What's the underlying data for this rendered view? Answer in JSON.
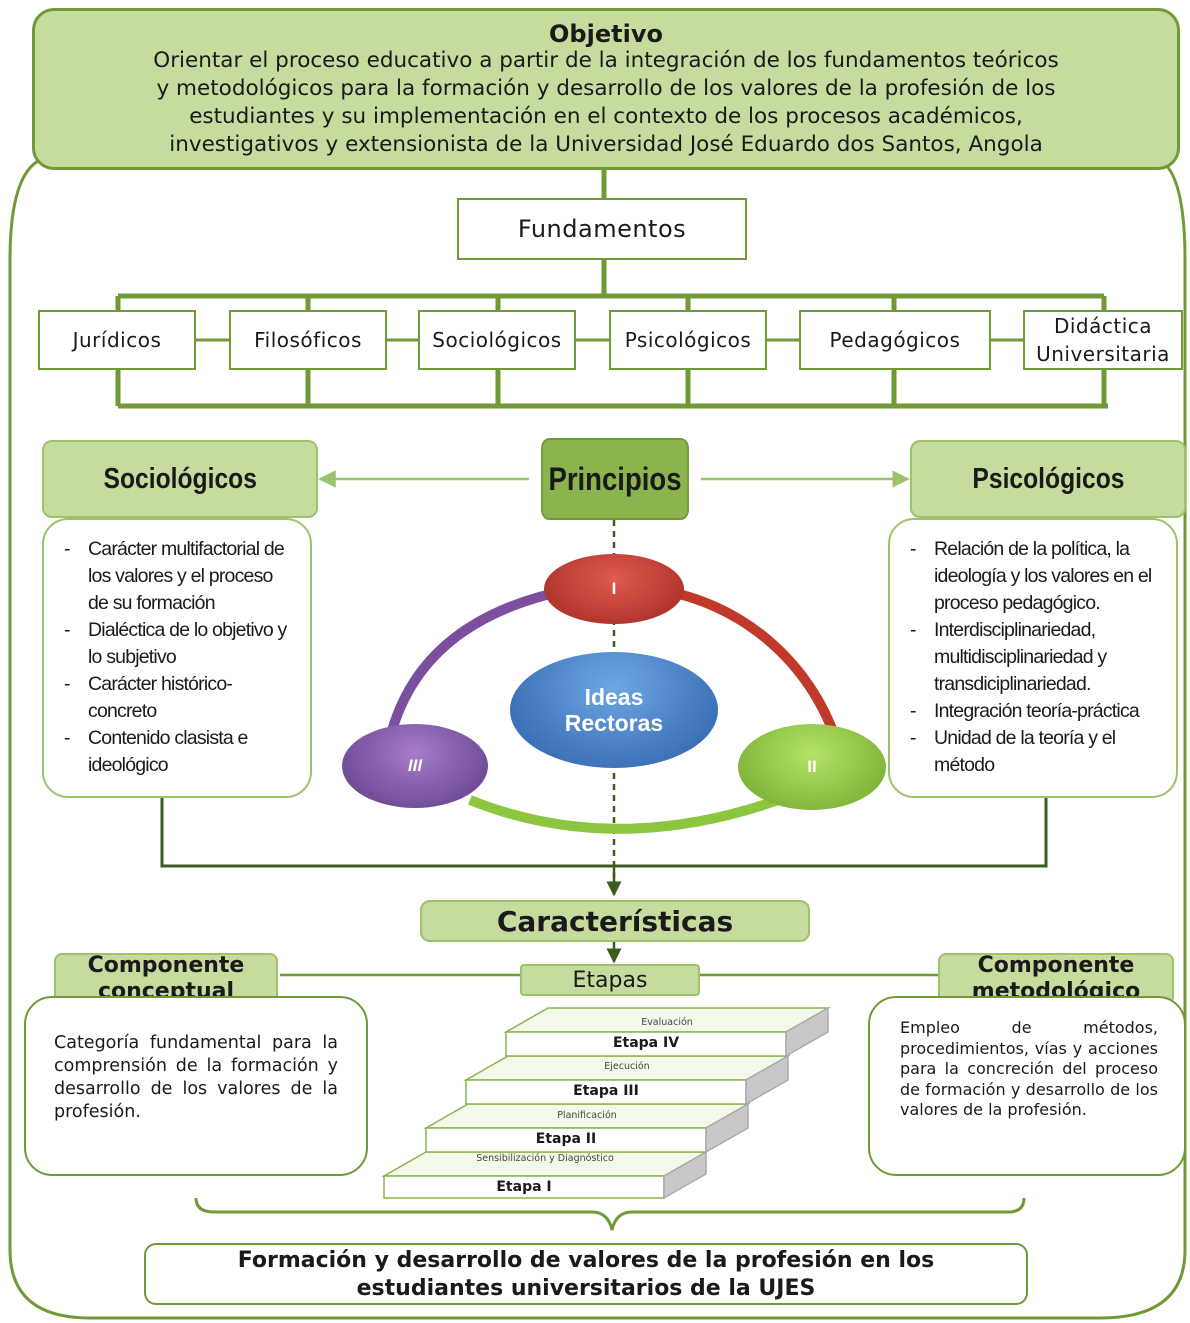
{
  "objetivo": {
    "title": "Objetivo",
    "lines": [
      "Orientar el proceso educativo a partir de la integración de los fundamentos teóricos",
      "y metodológicos para la formación y desarrollo de los valores de la profesión de los",
      "estudiantes y su implementación en el contexto de los procesos académicos,",
      "investigativos y extensionista de la Universidad José Eduardo dos Santos, Angola"
    ]
  },
  "fundamentos": {
    "title": "Fundamentos",
    "items": [
      "Jurídicos",
      "Filosóficos",
      "Sociológicos",
      "Psicológicos",
      "Pedagógicos",
      "Didáctica Universitaria"
    ]
  },
  "principios": {
    "title": "Principios",
    "left": {
      "title": "Sociológicos",
      "items": [
        "Carácter multifactorial de los valores y el proceso de su formación",
        "Dialéctica de lo objetivo y lo subjetivo",
        "Carácter histórico-concreto",
        "Contenido clasista e ideológico"
      ]
    },
    "right": {
      "title": "Psicológicos",
      "items": [
        "Relación de la política, la ideología y los valores en el proceso pedagógico.",
        "Interdisciplinariedad, multidisciplinariedad y transdiciplinariedad.",
        "Integración teoría-práctica",
        "Unidad de la teoría y el método"
      ]
    }
  },
  "ideas": {
    "center": "Ideas Rectoras",
    "nodes": [
      "I",
      "II",
      "III"
    ],
    "colors": {
      "I": "#c0392b",
      "II": "#8cc63f",
      "III": "#7b4f9e",
      "center": "#3d7cc4"
    }
  },
  "caracteristicas": {
    "title": "Características",
    "etapas_title": "Etapas",
    "conceptual": {
      "title": "Componente conceptual",
      "text": "Categoría fundamental para la comprensión de la formación y desarrollo de los valores de la profesión."
    },
    "metodologico": {
      "title": "Componente metodológico",
      "text": "Empleo de métodos, procedimientos, vías y acciones para la concreción del proceso de formación y desarrollo de los valores de la profesión."
    },
    "steps": [
      {
        "label": "Etapa I",
        "caption": "Sensibilización y Diagnóstico"
      },
      {
        "label": "Etapa II",
        "caption": "Planificación"
      },
      {
        "label": "Etapa III",
        "caption": "Ejecución"
      },
      {
        "label": "Etapa IV",
        "caption": "Evaluación"
      }
    ]
  },
  "resultado": {
    "line1": "Formación y desarrollo de valores de la profesión en los",
    "line2": "estudiantes universitarios de la UJES"
  },
  "colors": {
    "green_light": "#c5dc9e",
    "green_dark": "#6f9a36",
    "green_mid": "#8bb44f"
  }
}
